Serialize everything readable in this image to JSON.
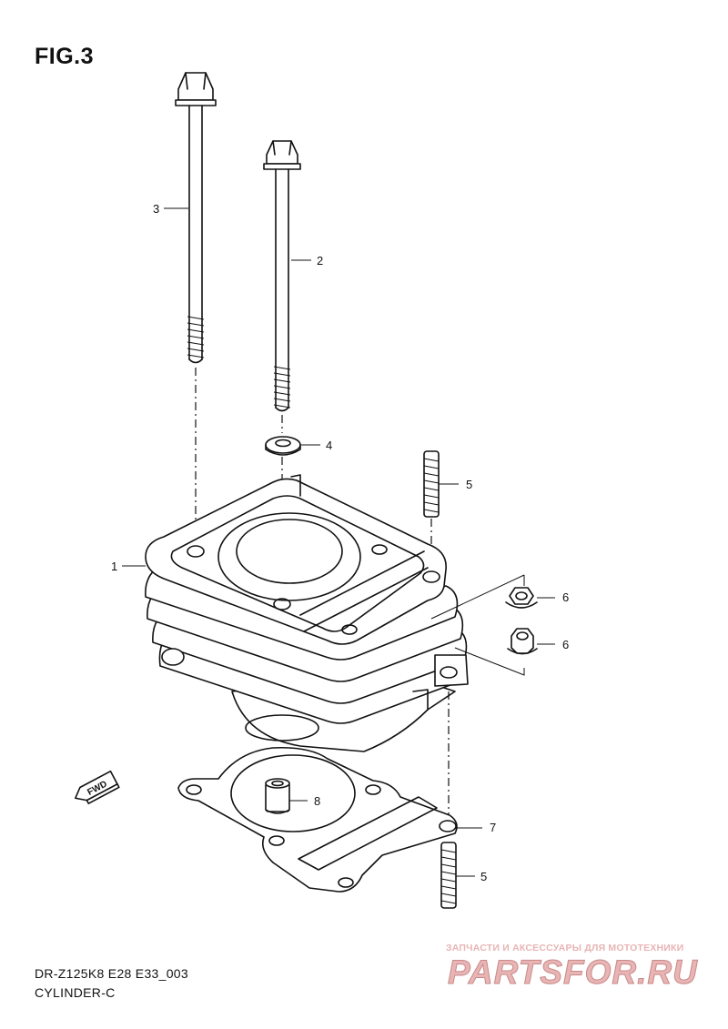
{
  "figure": {
    "title": "FIG.3",
    "model_code": "DR-Z125K8 E28 E33_003",
    "section_name": "CYLINDER-C",
    "fwd_label": "FWD"
  },
  "callouts": [
    {
      "id": "1",
      "part": "cylinder"
    },
    {
      "id": "2",
      "part": "bolt-short"
    },
    {
      "id": "3",
      "part": "bolt-long"
    },
    {
      "id": "4",
      "part": "washer"
    },
    {
      "id": "5",
      "part": "stud-upper"
    },
    {
      "id": "6",
      "part": "nut-upper"
    },
    {
      "id": "6",
      "part": "nut-lower"
    },
    {
      "id": "7",
      "part": "gasket"
    },
    {
      "id": "5",
      "part": "stud-lower"
    },
    {
      "id": "8",
      "part": "dowel-pin"
    }
  ],
  "watermark": {
    "tagline": "ЗАПЧАСТИ И АКСЕССУАРЫ ДЛЯ МОТОТЕХНИКИ",
    "logo_text": "PARTSFOR.RU",
    "color": "#e8b4b4"
  },
  "colors": {
    "line": "#111111",
    "background": "#ffffff"
  }
}
